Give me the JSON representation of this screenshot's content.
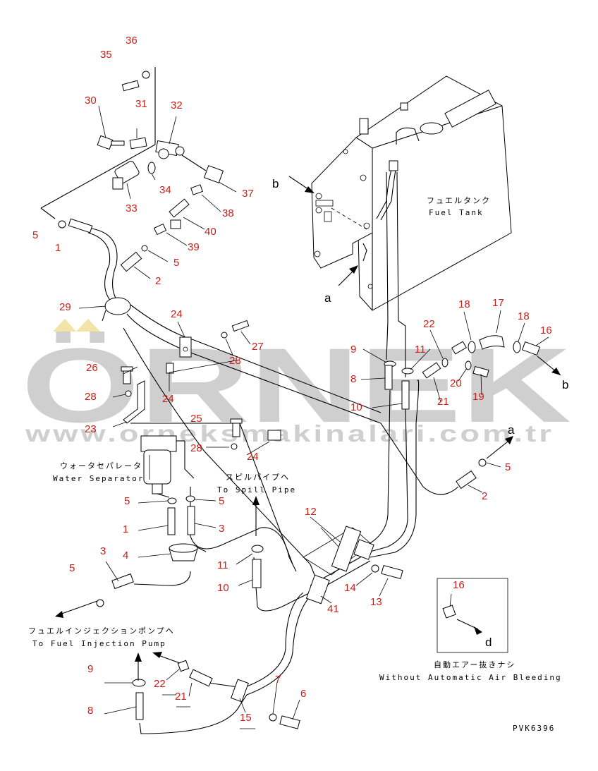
{
  "watermark": {
    "brand": "ÖRNEK",
    "url": "www.orneksmakinalari.com.tr",
    "accent_color": "#f0e0a0",
    "text_color": "#cfcfcf"
  },
  "labels": {
    "fuel_tank_jp": "フュエルタンク",
    "fuel_tank_en": "Fuel Tank",
    "water_sep_jp": "ウォータセパレータ",
    "water_sep_en": "Water Separator",
    "spill_jp": "スピルパイプヘ",
    "spill_en": "To Spill Pipe",
    "pump_jp": "フュエルインジェクションポンプヘ",
    "pump_en": "To Fuel Injection Pump",
    "no_bleed_jp": "自動エアー抜きナシ",
    "no_bleed_en": "Without Automatic Air Bleeding",
    "drawing_code": "PVK6396"
  },
  "refs": {
    "a": "a",
    "b": "b",
    "d": "d"
  },
  "parts": {
    "p36": "36",
    "p35": "35",
    "p30": "30",
    "p31": "31",
    "p32": "32",
    "p34": "34",
    "p33": "33",
    "p37": "37",
    "p38": "38",
    "p40": "40",
    "p39": "39",
    "p5a": "5",
    "p1a": "1",
    "p5b": "5",
    "p2a": "2",
    "p29": "29",
    "p24a": "24",
    "p27": "27",
    "p28a": "28",
    "p26": "26",
    "p28b": "28",
    "p24b": "24",
    "p23": "23",
    "p25": "25",
    "p28c": "28",
    "p24c": "24",
    "p22a": "22",
    "p18a": "18",
    "p17": "17",
    "p18b": "18",
    "p16a": "16",
    "p9a": "9",
    "p11a": "11",
    "p8a": "8",
    "p10a": "10",
    "p21a": "21",
    "p20": "20",
    "p19": "19",
    "p5c": "5",
    "p2b": "2",
    "p5d": "5",
    "p5e": "5",
    "p1b": "1",
    "p3a": "3",
    "p4": "4",
    "p3b": "3",
    "p5f": "5",
    "p12": "12",
    "p11b": "11",
    "p10b": "10",
    "p14": "14",
    "p13": "13",
    "p41": "41",
    "p16b": "16",
    "p9b": "9",
    "p22b": "22",
    "p21b": "21",
    "p7": "7",
    "p6": "6",
    "p8b": "8",
    "p15": "15"
  }
}
